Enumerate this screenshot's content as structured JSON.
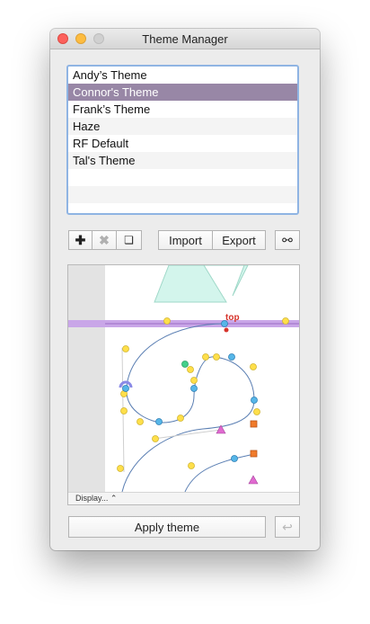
{
  "window": {
    "title": "Theme Manager"
  },
  "themes": [
    {
      "label": "Andy’s Theme",
      "selected": false
    },
    {
      "label": "Connor's Theme",
      "selected": true
    },
    {
      "label": "Frank’s Theme",
      "selected": false
    },
    {
      "label": "Haze",
      "selected": false
    },
    {
      "label": "RF Default",
      "selected": false
    },
    {
      "label": "Tal's Theme",
      "selected": false
    }
  ],
  "toolbar": {
    "add_glyph": "✚",
    "remove_glyph": "✖",
    "duplicate_glyph": "❏",
    "import_label": "Import",
    "export_label": "Export",
    "link_glyph": "⚯"
  },
  "preview": {
    "anchor_label": "top",
    "display_label": "Display... ⌃"
  },
  "footer": {
    "apply_label": "Apply theme",
    "undo_glyph": "↩"
  },
  "colors": {
    "selection": "#9887a6",
    "list_focus_ring": "#8fb4e3",
    "guide_purple": "#c9a6e8",
    "anchor_red": "#d6332b",
    "point_blue": "#56b6e8",
    "offcurve_yellow": "#ffdf4a",
    "point_orange": "#f07a2a",
    "point_pink": "#e06ad0",
    "point_green": "#43d08b",
    "shape_mint": "#d3f5ec"
  }
}
